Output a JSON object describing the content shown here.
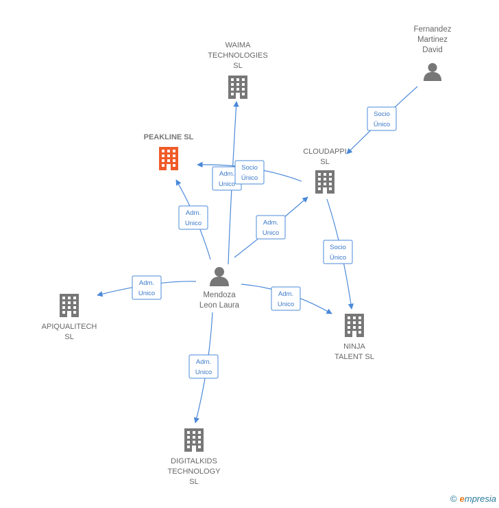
{
  "colors": {
    "edge": "#4a88d9",
    "company": "#777777",
    "primary_company": "#f05a28",
    "person": "#777777"
  },
  "nodes": {
    "waima": {
      "type": "company",
      "icon": "building-icon",
      "lines": [
        "WAIMA",
        "TECHNOLOGIES",
        "SL"
      ]
    },
    "peakline": {
      "type": "company",
      "primary": true,
      "icon": "building-icon",
      "lines": [
        "PEAKLINE  SL"
      ]
    },
    "cloudappi": {
      "type": "company",
      "icon": "building-icon",
      "lines": [
        "CLOUDAPPI",
        "SL"
      ]
    },
    "fernandez": {
      "type": "person",
      "icon": "person-icon",
      "lines": [
        "Fernandez",
        "Martinez",
        "David"
      ]
    },
    "mendoza": {
      "type": "person",
      "icon": "person-icon",
      "lines": [
        "Mendoza",
        "Leon Laura"
      ]
    },
    "apiqualitech": {
      "type": "company",
      "icon": "building-icon",
      "lines": [
        "APIQUALITECH",
        "SL"
      ]
    },
    "ninja": {
      "type": "company",
      "icon": "building-icon",
      "lines": [
        "NINJA",
        "TALENT  SL"
      ]
    },
    "digitalkids": {
      "type": "company",
      "icon": "building-icon",
      "lines": [
        "DIGITALKIDS",
        "TECHNOLOGY",
        "SL"
      ]
    }
  },
  "edges": [
    {
      "id": "mendoza-waima",
      "lines": [
        "Adm.",
        "Unico"
      ]
    },
    {
      "id": "mendoza-peakline",
      "lines": [
        "Adm.",
        "Unico"
      ]
    },
    {
      "id": "cloudappi-peakline",
      "lines": [
        "Socio",
        "Único"
      ]
    },
    {
      "id": "fernandez-cloudappi",
      "lines": [
        "Socio",
        "Único"
      ]
    },
    {
      "id": "mendoza-cloudappi",
      "lines": [
        "Adm.",
        "Unico"
      ]
    },
    {
      "id": "cloudappi-ninja",
      "lines": [
        "Socio",
        "Único"
      ]
    },
    {
      "id": "mendoza-apiqualitech",
      "lines": [
        "Adm.",
        "Unico"
      ]
    },
    {
      "id": "mendoza-ninja",
      "lines": [
        "Adm.",
        "Unico"
      ]
    },
    {
      "id": "mendoza-digitalkids",
      "lines": [
        "Adm.",
        "Unico"
      ]
    }
  ],
  "footer": {
    "copyright": "©",
    "brand_initial": "e",
    "brand_rest": "mpresia"
  }
}
